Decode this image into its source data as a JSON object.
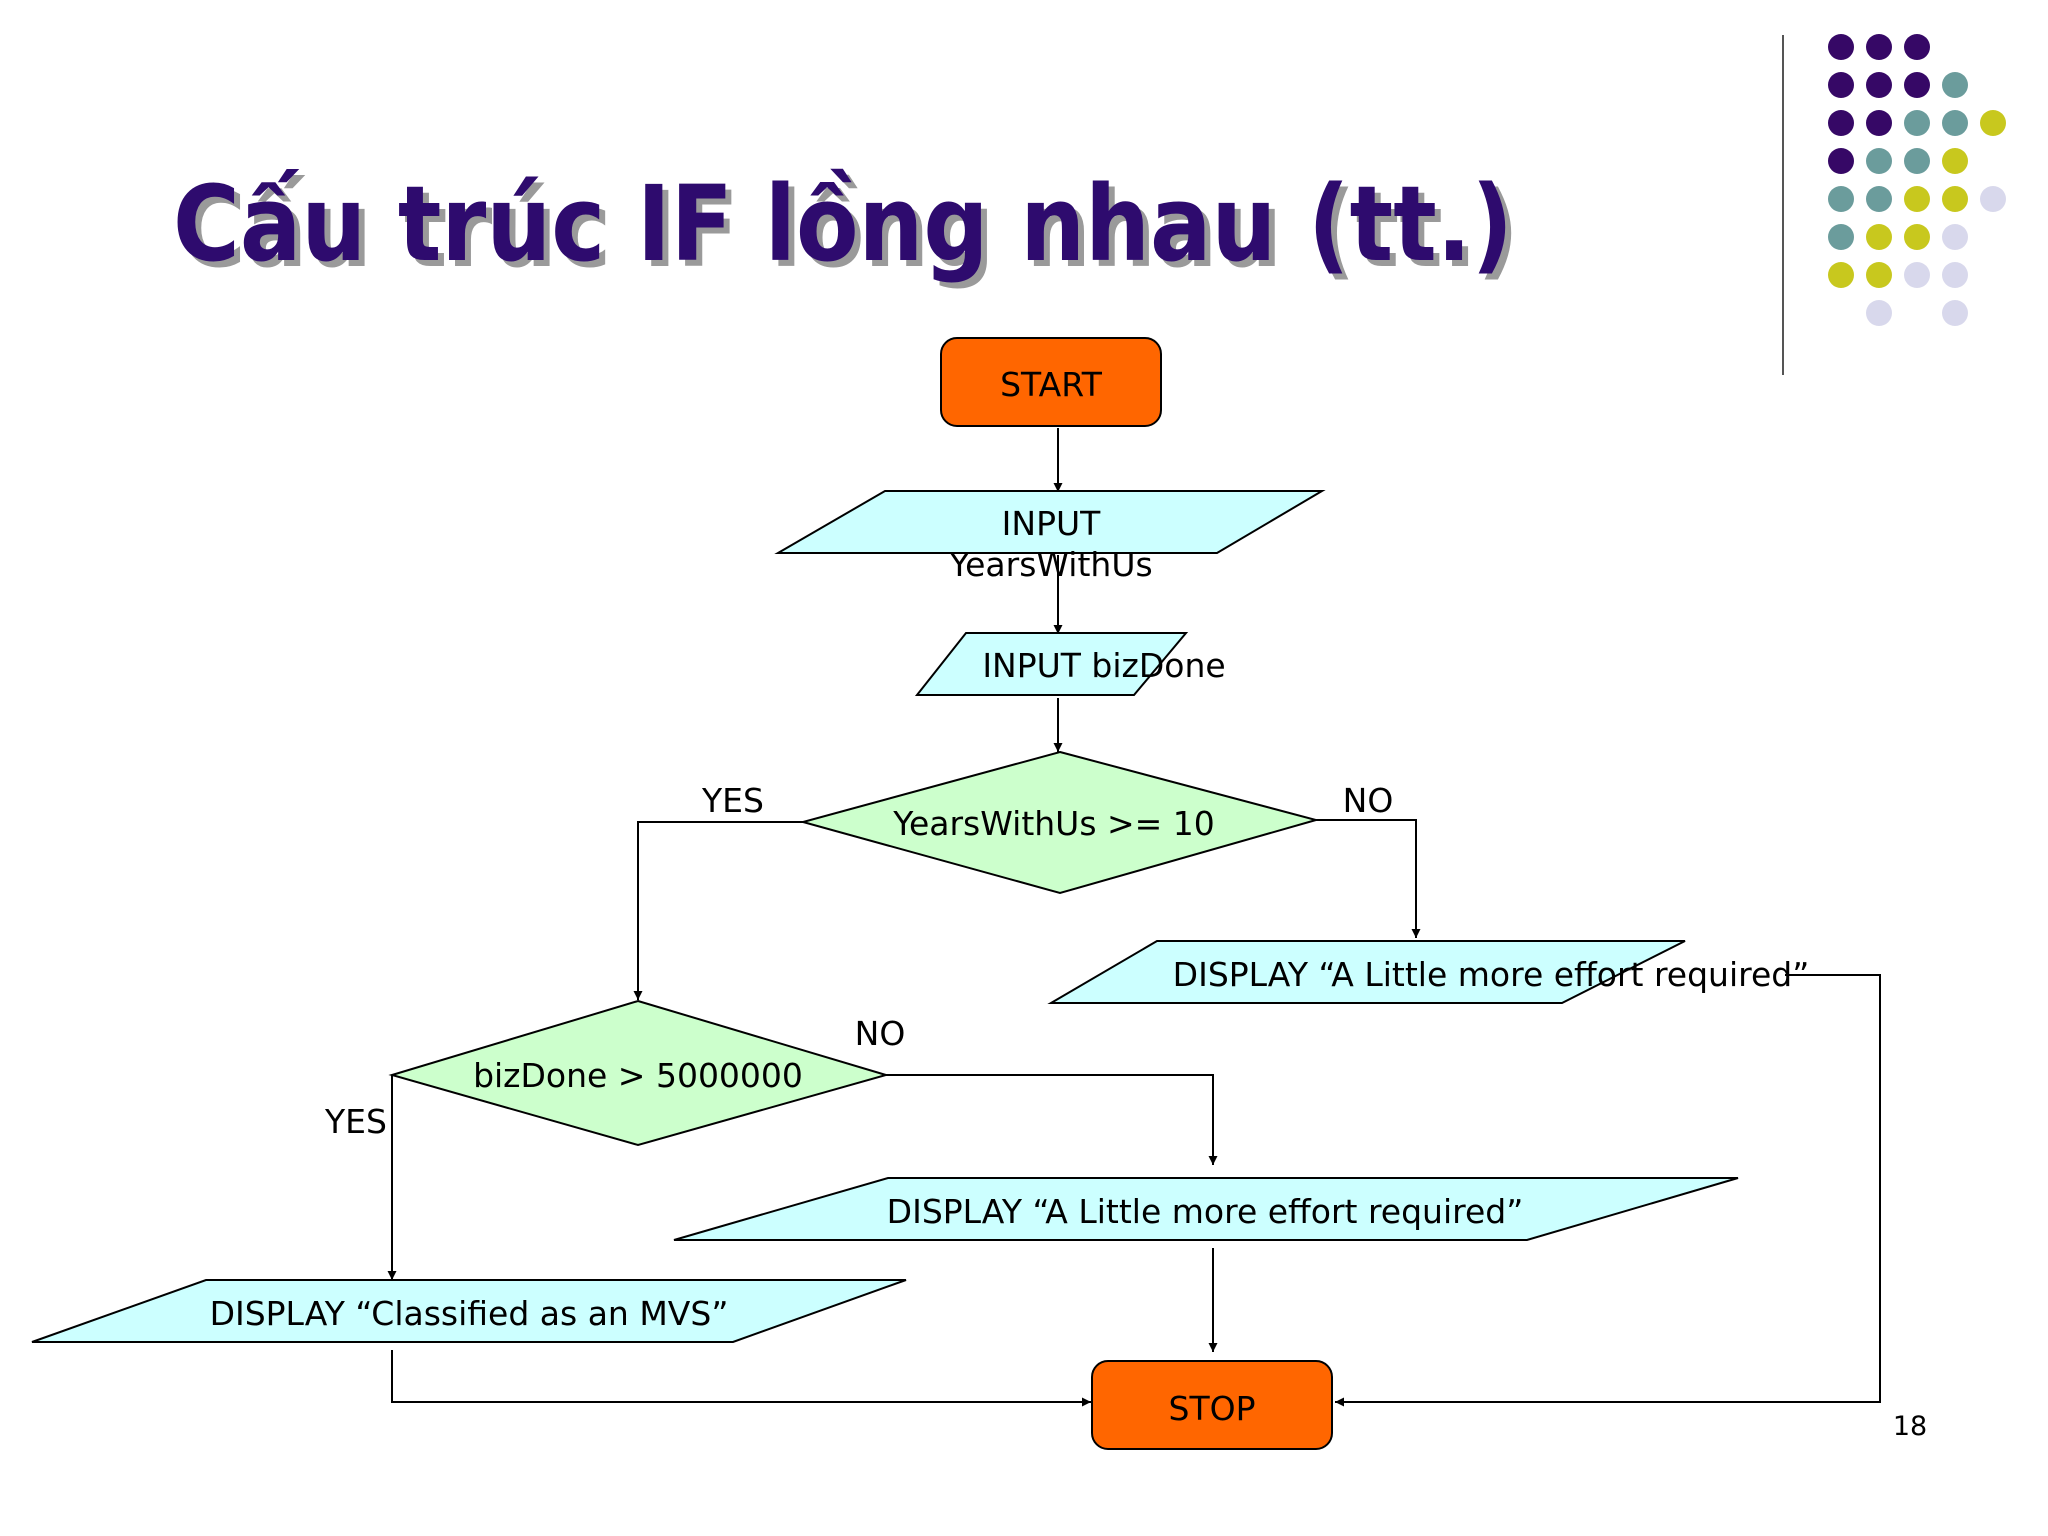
{
  "slide": {
    "title": "Cấu trúc IF lồng nhau (tt.)",
    "page_number": "18"
  },
  "colors": {
    "title_fill": "#2E0B6E",
    "title_shadow": "#9A9A9A",
    "terminal": "#FF6600",
    "io": "#CCFFFF",
    "decision": "#CCFFCC",
    "dot_purple": "#360866",
    "dot_teal": "#6B9C9C",
    "dot_yellow": "#C8C81E",
    "dot_lavender": "#D8D8EC"
  },
  "decor": {
    "dot_grid": [
      [
        "purple",
        "purple",
        "purple",
        "",
        "",
        ""
      ],
      [
        "purple",
        "purple",
        "purple",
        "teal",
        "",
        ""
      ],
      [
        "purple",
        "purple",
        "teal",
        "teal",
        "yellow",
        ""
      ],
      [
        "purple",
        "teal",
        "teal",
        "yellow",
        "",
        ""
      ],
      [
        "teal",
        "teal",
        "yellow",
        "yellow",
        "lavender",
        ""
      ],
      [
        "teal",
        "yellow",
        "yellow",
        "lavender",
        "",
        ""
      ],
      [
        "yellow",
        "yellow",
        "lavender",
        "lavender",
        "",
        ""
      ],
      [
        "",
        "lavender",
        "",
        "lavender",
        "",
        ""
      ]
    ]
  },
  "flowchart": {
    "start": "START",
    "input_years_1": "INPUT",
    "input_years_2": "YearsWithUs",
    "input_biz": "INPUT bizDone",
    "decision_years": "YearsWithUs >= 10",
    "decision_biz": "bizDone > 5000000",
    "display_top": "DISPLAY “A Little more effort required”",
    "display_mid": "DISPLAY “A Little more effort required”",
    "display_mvs": "DISPLAY “Classified as an MVS”",
    "stop": "STOP",
    "yes_1": "YES",
    "no_1": "NO",
    "no_2": "NO",
    "yes_2": "YES"
  }
}
